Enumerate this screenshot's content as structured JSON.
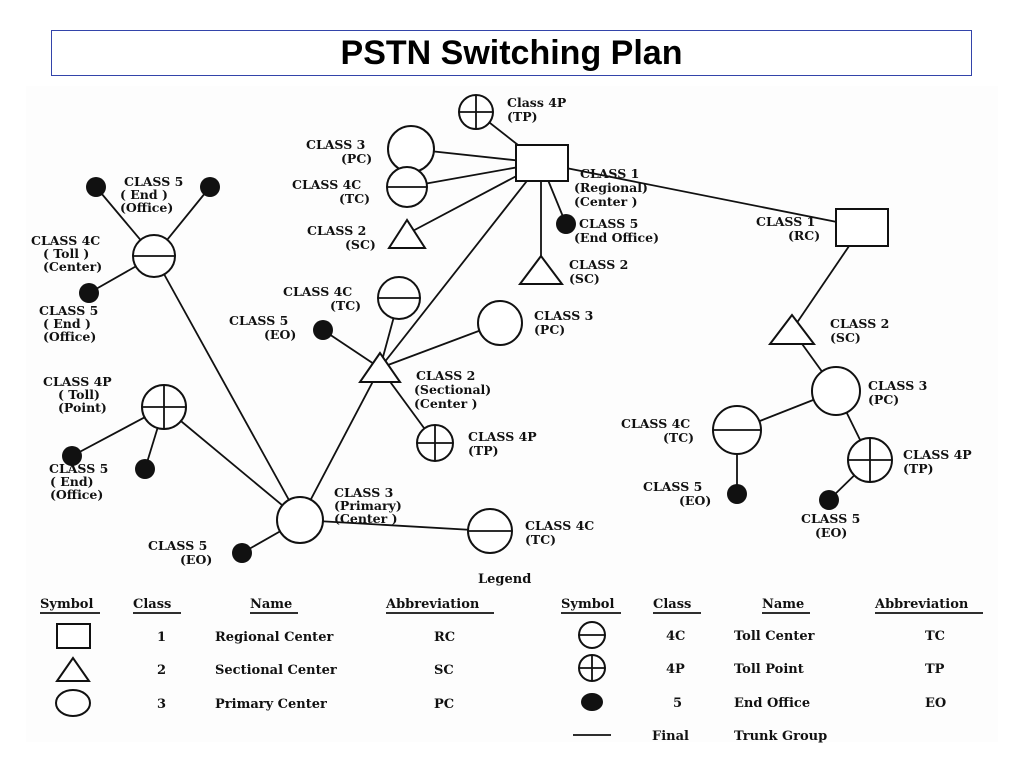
{
  "title": "PSTN  Switching Plan",
  "labels": {
    "n_4p_top": [
      "Class 4P",
      "(TP)"
    ],
    "n_class3_pc_tl": [
      "CLASS 3",
      "(PC)"
    ],
    "n_class4c_tc_tl": [
      "CLASS 4C",
      "(TC)"
    ],
    "n_class2_sc_tl": [
      "CLASS 2",
      "(SC)"
    ],
    "n_class1_regional": [
      "CLASS 1",
      "(Regional)",
      "(Center   )"
    ],
    "n_class5_eo_right_rc": [
      "CLASS 5",
      "(End Office)"
    ],
    "n_class2_sc_below_rc": [
      "CLASS 2",
      "(SC)"
    ],
    "n_class1_rc_right": [
      "CLASS 1",
      "(RC)"
    ],
    "n_class5_end_office_top": [
      "CLASS 5",
      "(  End  )",
      "(Office)"
    ],
    "n_class4c_toll_center": [
      "CLASS 4C",
      "(  Toll  )",
      "(Center)"
    ],
    "n_class5_end_office_left": [
      "CLASS 5",
      "(  End  )",
      "(Office)"
    ],
    "n_class4c_tc_mid": [
      "CLASS 4C",
      "(TC)"
    ],
    "n_class5_eo_mid": [
      "CLASS 5",
      "(EO)"
    ],
    "n_class3_pc_mid": [
      "CLASS 3",
      "(PC)"
    ],
    "n_class2_sectional": [
      "CLASS 2",
      "(Sectional)",
      "(Center    )"
    ],
    "n_class4p_tp_mid": [
      "CLASS 4P",
      "(TP)"
    ],
    "n_class4p_toll_point": [
      "CLASS 4P",
      "(  Toll)",
      "(Point)"
    ],
    "n_class5_end_office_low": [
      "CLASS 5",
      "(  End)",
      "(Office)"
    ],
    "n_class3_primary": [
      "CLASS 3",
      "(Primary)",
      "(Center    )"
    ],
    "n_class5_eo_bottom": [
      "CLASS 5",
      "(EO)"
    ],
    "n_class4c_tc_bottom": [
      "CLASS 4C",
      "(TC)"
    ],
    "n_class2_sc_right": [
      "CLASS 2",
      "(SC)"
    ],
    "n_class3_pc_right": [
      "CLASS 3",
      "(PC)"
    ],
    "n_class4c_tc_right": [
      "CLASS 4C",
      "(TC)"
    ],
    "n_class4p_tp_right": [
      "CLASS 4P",
      "(TP)"
    ],
    "n_class5_eo_right1": [
      "CLASS 5",
      "(EO)"
    ],
    "n_class5_eo_right2": [
      "CLASS 5",
      "(EO)"
    ]
  },
  "legend": {
    "title": "Legend",
    "headers": [
      "Symbol",
      "Class",
      "Name",
      "Abbreviation"
    ],
    "left_rows": [
      {
        "symbol": "square",
        "class": "1",
        "name": "Regional Center",
        "abbr": "RC"
      },
      {
        "symbol": "triangle",
        "class": "2",
        "name": "Sectional Center",
        "abbr": "SC"
      },
      {
        "symbol": "circle",
        "class": "3",
        "name": "Primary Center",
        "abbr": "PC"
      }
    ],
    "right_rows": [
      {
        "symbol": "circle-minus",
        "class": "4C",
        "name": "Toll Center",
        "abbr": "TC"
      },
      {
        "symbol": "circle-plus",
        "class": "4P",
        "name": "Toll Point",
        "abbr": "TP"
      },
      {
        "symbol": "filled-dot",
        "class": "5",
        "name": "End Office",
        "abbr": "EO"
      },
      {
        "symbol": "line",
        "class": "Final",
        "name": "Trunk Group",
        "abbr": ""
      }
    ]
  }
}
